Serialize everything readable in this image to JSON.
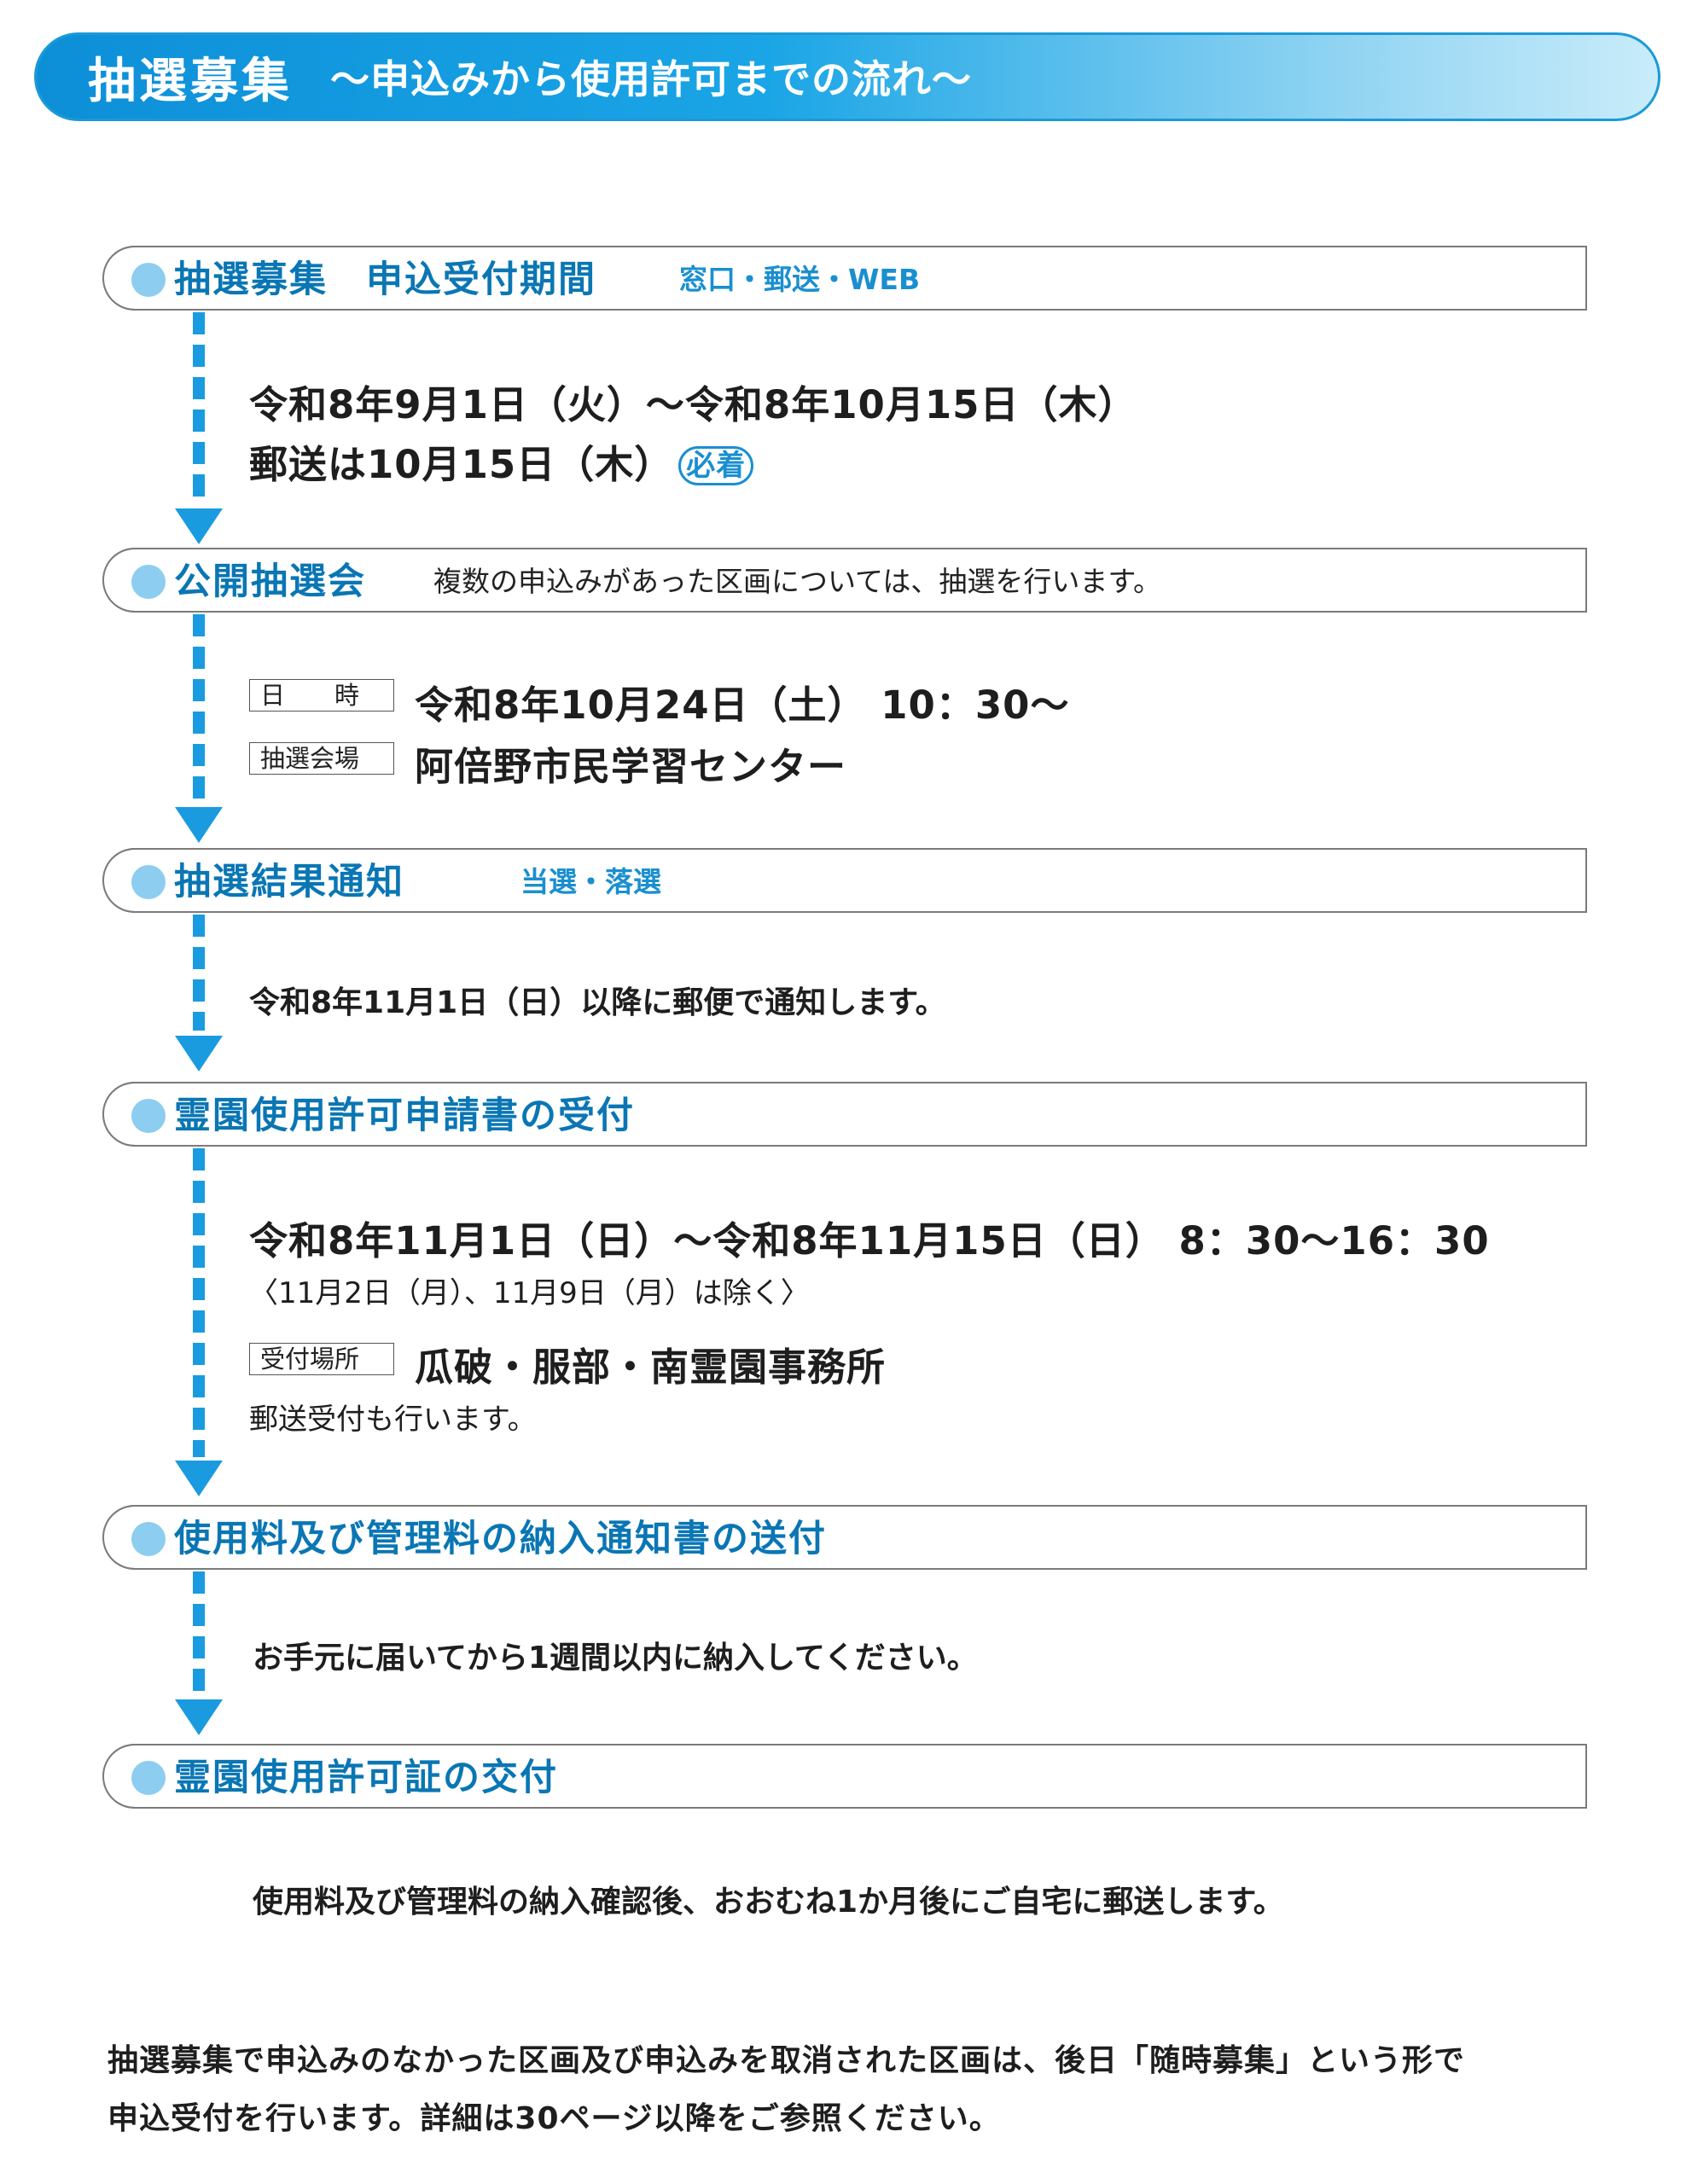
{
  "banner": {
    "title": "抽選募集",
    "subtitle": "～申込みから使用許可までの流れ～"
  },
  "steps": [
    {
      "title": "抽選募集　申込受付期間",
      "note": "窓口・郵送・WEB",
      "lines": [
        "令和8年9月1日（火）～令和8年10月15日（木）",
        "郵送は10月15日（木）"
      ],
      "badge": "必着"
    },
    {
      "title": "公開抽選会",
      "note": "複数の申込みがあった区画については、抽選を行います。",
      "datetime_label": "日　　時",
      "datetime_value": "令和8年10月24日（土） 10：30～",
      "venue_label": "抽選会場",
      "venue_value": "阿倍野市民学習センター"
    },
    {
      "title": "抽選結果通知",
      "note": "当選・落選",
      "line": "令和8年11月1日（日）以降に郵便で通知します。"
    },
    {
      "title": "霊園使用許可申請書の受付",
      "period": "令和8年11月1日（日）～令和8年11月15日（日） 8：30～16：30",
      "except": "〈11月2日（月）、11月9日（月）は除く〉",
      "place_label": "受付場所",
      "place_value": "瓜破・服部・南霊園事務所",
      "mail": "郵送受付も行います。"
    },
    {
      "title": "使用料及び管理料の納入通知書の送付",
      "line": "お手元に届いてから1週間以内に納入してください。"
    },
    {
      "title": "霊園使用許可証の交付",
      "line": "使用料及び管理料の納入確認後、おおむね1か月後にご自宅に郵送します。"
    }
  ],
  "footer": [
    "抽選募集で申込みのなかった区画及び申込みを取消された区画は、後日「随時募集」という形で",
    "申込受付を行います。詳細は30ページ以降をご参照ください。"
  ],
  "colors": {
    "accent": "#0a76b4",
    "dot": "#8ccdf0",
    "arrow": "#1a9be0",
    "banner_start": "#0d8fd8",
    "banner_end": "#c9ecfa"
  }
}
